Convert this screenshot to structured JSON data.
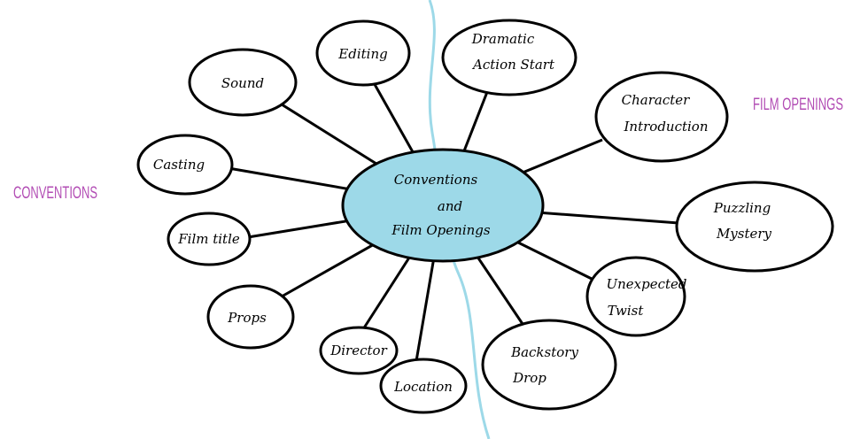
{
  "diagram": {
    "side_labels": {
      "left": "CONVENTIONS",
      "right": "FILM OPENINGS"
    },
    "center": {
      "line1": "Conventions",
      "line2": "and",
      "line3": "Film Openings"
    },
    "conventions": {
      "editing": "Editing",
      "sound": "Sound",
      "casting": "Casting",
      "film_title": "Film title",
      "props": "Props",
      "director": "Director",
      "location": "Location"
    },
    "film_openings": {
      "dramatic_1": "Dramatic",
      "dramatic_2": "Action Start",
      "character_1": "Character",
      "character_2": "Introduction",
      "puzzling_1": "Puzzling",
      "puzzling_2": "Mystery",
      "twist_1": "Unexpected",
      "twist_2": "Twist",
      "backstory_1": "Backstory",
      "backstory_2": "Drop"
    },
    "colors": {
      "center_fill": "#9dd9e8",
      "divider": "#9dd9e8",
      "side_label": "#b24cb4"
    }
  }
}
